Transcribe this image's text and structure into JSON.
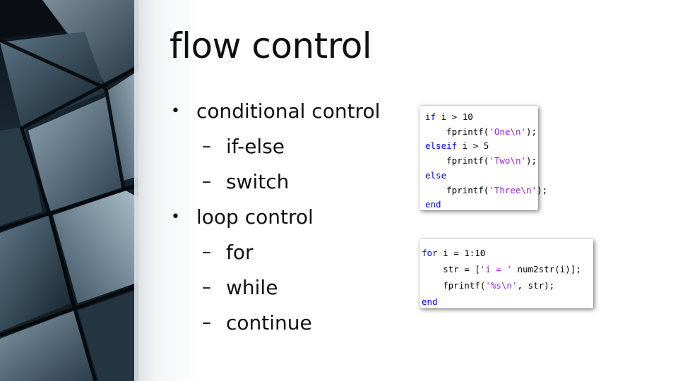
{
  "slide": {
    "title": "flow control",
    "bullets": [
      {
        "level": 1,
        "text": "conditional control"
      },
      {
        "level": 2,
        "text": "if-else"
      },
      {
        "level": 2,
        "text": "switch"
      },
      {
        "level": 1,
        "text": "loop control"
      },
      {
        "level": 2,
        "text": "for"
      },
      {
        "level": 2,
        "text": "while"
      },
      {
        "level": 2,
        "text": "continue"
      }
    ],
    "bullet_marks": {
      "level1": "•",
      "level2": "–"
    }
  },
  "code_blocks": [
    {
      "name": "if-elseif-code",
      "lines": [
        {
          "indent": "",
          "parts": [
            {
              "t": "if",
              "c": "kw"
            },
            {
              "t": " i > 10",
              "c": ""
            }
          ]
        },
        {
          "indent": "    ",
          "parts": [
            {
              "t": "fprintf(",
              "c": ""
            },
            {
              "t": "'One\\n'",
              "c": "str"
            },
            {
              "t": ");",
              "c": ""
            }
          ]
        },
        {
          "indent": "",
          "parts": [
            {
              "t": "elseif",
              "c": "kw"
            },
            {
              "t": " i > 5",
              "c": ""
            }
          ]
        },
        {
          "indent": "    ",
          "parts": [
            {
              "t": "fprintf(",
              "c": ""
            },
            {
              "t": "'Two\\n'",
              "c": "str"
            },
            {
              "t": ");",
              "c": ""
            }
          ]
        },
        {
          "indent": "",
          "parts": [
            {
              "t": "else",
              "c": "kw"
            }
          ]
        },
        {
          "indent": "    ",
          "parts": [
            {
              "t": "fprintf(",
              "c": ""
            },
            {
              "t": "'Three\\n'",
              "c": "str"
            },
            {
              "t": ");",
              "c": ""
            }
          ]
        },
        {
          "indent": "",
          "parts": [
            {
              "t": "end",
              "c": "kw"
            }
          ]
        }
      ]
    },
    {
      "name": "for-loop-code",
      "lines": [
        {
          "indent": "",
          "parts": [
            {
              "t": "for",
              "c": "kw"
            },
            {
              "t": " i = 1:10",
              "c": ""
            }
          ]
        },
        {
          "indent": "    ",
          "parts": [
            {
              "t": "str = [",
              "c": ""
            },
            {
              "t": "'i = '",
              "c": "str"
            },
            {
              "t": " num2str(i)];",
              "c": ""
            }
          ]
        },
        {
          "indent": "    ",
          "parts": [
            {
              "t": "fprintf(",
              "c": ""
            },
            {
              "t": "'%s\\n'",
              "c": "str"
            },
            {
              "t": ", str);",
              "c": ""
            }
          ]
        },
        {
          "indent": "",
          "parts": [
            {
              "t": "end",
              "c": "kw"
            }
          ]
        }
      ]
    }
  ],
  "colors": {
    "keyword": "#0000ff",
    "string": "#a020f0",
    "text": "#111111"
  }
}
